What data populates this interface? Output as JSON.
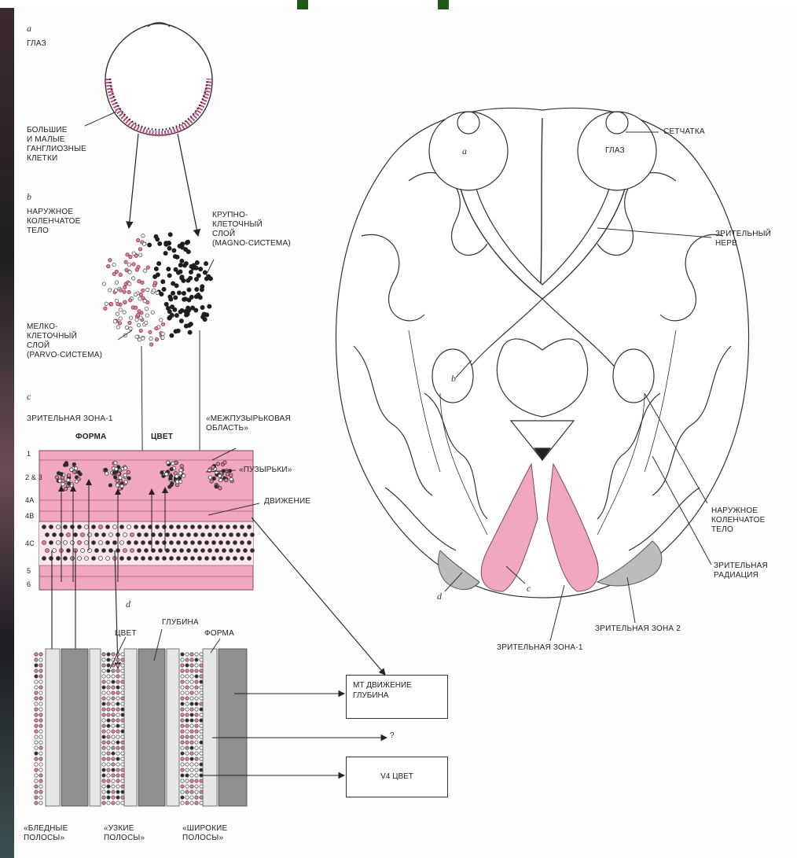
{
  "colors": {
    "pink": "#f2a7c0",
    "pink_dark": "#e27ea3",
    "gray": "#8a8a8a",
    "light_gray": "#cfcfcf"
  },
  "panel_a": {
    "letter": "a",
    "title": "ГЛАЗ",
    "ganglion": "БОЛЬШИЕ\nИ МАЛЫЕ\nГАНГЛИОЗНЫЕ\nКЛЕТКИ"
  },
  "panel_b": {
    "letter": "b",
    "lgn": "НАРУЖНОЕ\nКОЛЕНЧАТОЕ\nТЕЛО",
    "magno": "КРУПНО-\nКЛЕТОЧНЫЙ\nСЛОЙ\n(MAGNO-СИСТЕМА)",
    "parvo": "МЕЛКО-\nКЛЕТОЧНЫЙ\nСЛОЙ\n(PARVO-СИСТЕМА)"
  },
  "panel_c": {
    "letter": "c",
    "zone": "ЗРИТЕЛЬНАЯ ЗОНА-1",
    "form": "ФОРМА",
    "color": "ЦВЕТ",
    "interblob": "«МЕЖПУЗЫРЬКОВАЯ\nОБЛАСТЬ»",
    "blobs": "«ПУЗЫРЬКИ»",
    "motion": "ДВИЖЕНИЕ",
    "layers": [
      "1",
      "2 & 3",
      "4A",
      "4B",
      "4C",
      "5",
      "6"
    ]
  },
  "panel_d": {
    "letter": "d",
    "depth": "ГЛУБИНА",
    "color": "ЦВЕТ",
    "form": "ФОРМА",
    "stripes": [
      "«БЛЕДНЫЕ\nПОЛОСЫ»",
      "«УЗКИЕ\nПОЛОСЫ»",
      "«ШИРОКИЕ\nПОЛОСЫ»"
    ],
    "mt": "МТ ДВИЖЕНИЕ\nГЛУБИНА",
    "unknown": "?",
    "v4": "V4 ЦВЕТ"
  },
  "brain": {
    "eye_a": "a",
    "eye": "ГЛАЗ",
    "retina": "СЕТЧАТКА",
    "optic_nerve": "ЗРИТЕЛЬНЫЙ\nНЕРВ",
    "lgn": "НАРУЖНОЕ\nКОЛЕНЧАТОЕ\nТЕЛО",
    "radiation": "ЗРИТЕЛЬНАЯ\nРАДИАЦИЯ",
    "v2": "ЗРИТЕЛЬНАЯ ЗОНА 2",
    "v1": "ЗРИТЕЛЬНАЯ ЗОНА-1",
    "letter_b": "b",
    "letter_c": "c",
    "letter_d": "d"
  }
}
